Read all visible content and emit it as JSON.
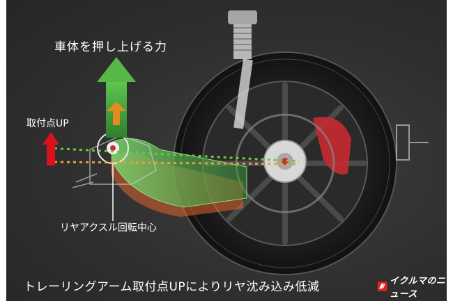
{
  "labels": {
    "lift_force": "車体を押し上げる力",
    "mount_up": "取付点UP",
    "rotation_center": "リヤアクスル回転中心",
    "caption": "トレーリングアーム取付点UPによりリヤ沈み込み低減"
  },
  "logo": {
    "text": "イクルマのニュース"
  },
  "colors": {
    "background": "#2f2f2f",
    "lift_arrow": "#57b846",
    "small_up_arrow": "#e58a1f",
    "mount_up_arrow": "#d9121b",
    "arm_new": "#4fa64a",
    "arm_old": "#e0632c",
    "dotted_green": "#66cc44",
    "dotted_orange": "#f0a030",
    "caliper": "#d02a30",
    "logo": "#e0211c"
  }
}
